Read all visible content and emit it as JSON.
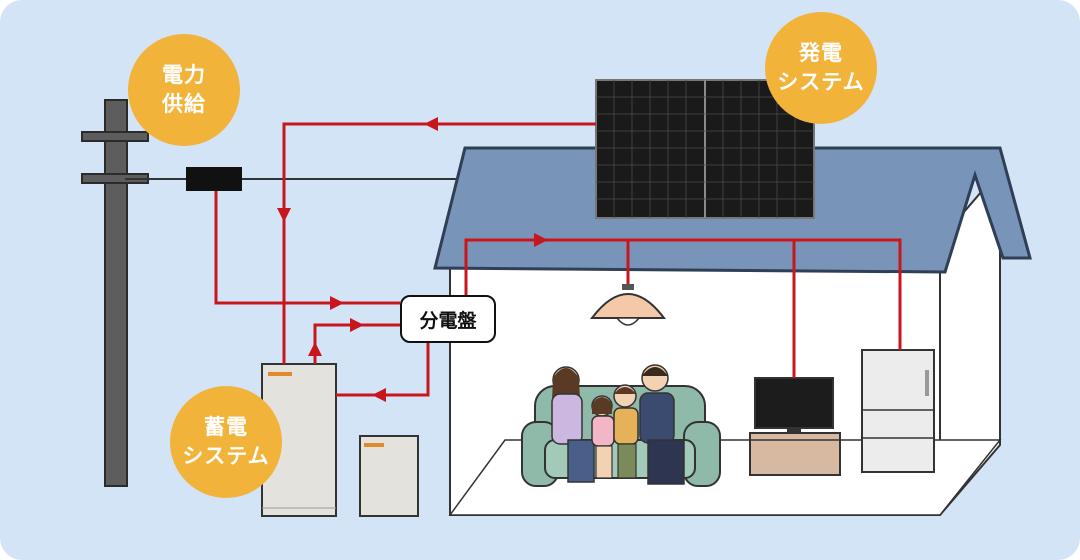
{
  "labels": {
    "power_supply": [
      "電力",
      "供給"
    ],
    "generation_system": [
      "発電",
      "システム"
    ],
    "storage_system": [
      "蓄電",
      "システム"
    ],
    "distribution_board": "分電盤"
  },
  "colors": {
    "background": "#d3e4f6",
    "bubble": "#f2b33a",
    "flow_line": "#c8161d",
    "roof": "#7894b8",
    "house_wall": "#ffffff"
  },
  "icons": [
    "utility-pole-icon",
    "electric-meter-icon",
    "solar-panel-icon",
    "battery-unit-icon",
    "ceiling-lamp-icon",
    "television-icon",
    "refrigerator-icon",
    "family-on-sofa-icon"
  ]
}
